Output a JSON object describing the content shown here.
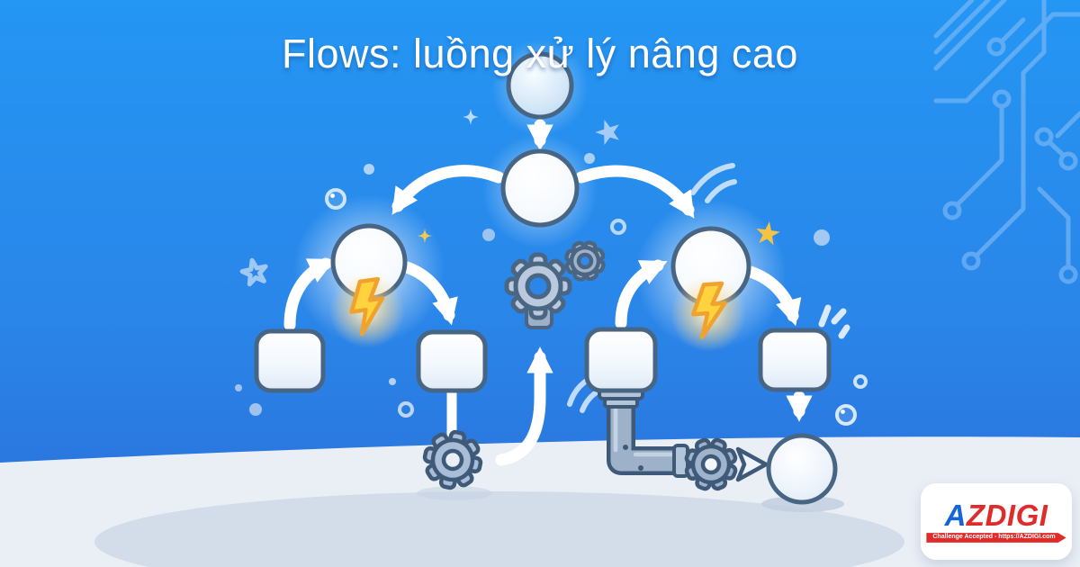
{
  "title": "Flows: luồng xử lý nâng cao",
  "logo": {
    "brand_prefix": "A",
    "brand_suffix": "ZDIGI",
    "tagline": "Challenge Accepted - https://AZDIGI.com"
  },
  "colors": {
    "bg_top": "#2496f3",
    "bg_bottom": "#2a6ed8",
    "title_text": "#ffffff",
    "arrow_white": "#ffffff",
    "node_outline": "#486684",
    "bolt_yellow": "#ffd23e",
    "bolt_outline": "#f0a22e",
    "star_yellow": "#f6c244",
    "deco_blue": "#a9cef5",
    "gear_fill": "#bac9dd",
    "pipe_fill": "#9db2c9",
    "floor": "#eaeff6",
    "floor_shadow": "#d3ddea",
    "logo_blue": "#1565d8",
    "logo_red": "#e02b2b"
  },
  "illustration": {
    "nodes": [
      "start-circle",
      "hub-circle",
      "action-circle-left",
      "action-circle-right",
      "task-square-a",
      "task-square-b",
      "task-square-c",
      "task-square-d",
      "result-sphere"
    ],
    "icons": [
      "lightning-icon",
      "gear-icon",
      "star-icon",
      "sparkle-icon",
      "pipe-icon",
      "bubble-icon",
      "arrow-icon",
      "circuit-traces-icon"
    ]
  }
}
